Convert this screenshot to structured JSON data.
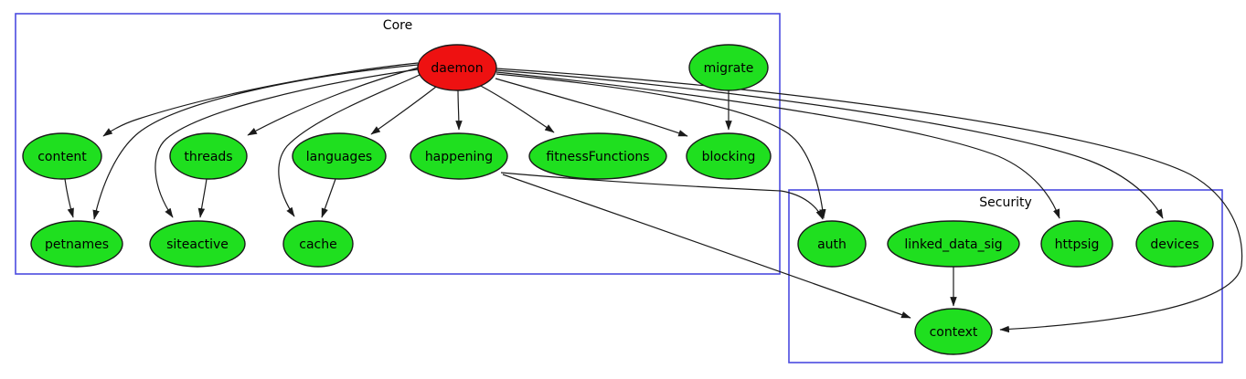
{
  "diagram": {
    "type": "dependency-graph",
    "clusters": {
      "core": {
        "label": "Core"
      },
      "security": {
        "label": "Security"
      }
    },
    "nodes": {
      "daemon": {
        "label": "daemon",
        "cluster": "core",
        "color": "red"
      },
      "migrate": {
        "label": "migrate",
        "cluster": "core",
        "color": "green"
      },
      "content": {
        "label": "content",
        "cluster": "core",
        "color": "green"
      },
      "threads": {
        "label": "threads",
        "cluster": "core",
        "color": "green"
      },
      "languages": {
        "label": "languages",
        "cluster": "core",
        "color": "green"
      },
      "happening": {
        "label": "happening",
        "cluster": "core",
        "color": "green"
      },
      "fitnessFunctions": {
        "label": "fitnessFunctions",
        "cluster": "core",
        "color": "green"
      },
      "blocking": {
        "label": "blocking",
        "cluster": "core",
        "color": "green"
      },
      "petnames": {
        "label": "petnames",
        "cluster": "core",
        "color": "green"
      },
      "siteactive": {
        "label": "siteactive",
        "cluster": "core",
        "color": "green"
      },
      "cache": {
        "label": "cache",
        "cluster": "core",
        "color": "green"
      },
      "auth": {
        "label": "auth",
        "cluster": "security",
        "color": "green"
      },
      "linked_data_sig": {
        "label": "linked_data_sig",
        "cluster": "security",
        "color": "green"
      },
      "httpsig": {
        "label": "httpsig",
        "cluster": "security",
        "color": "green"
      },
      "devices": {
        "label": "devices",
        "cluster": "security",
        "color": "green"
      },
      "context": {
        "label": "context",
        "cluster": "security",
        "color": "green"
      }
    },
    "edges": [
      {
        "from": "daemon",
        "to": "content"
      },
      {
        "from": "daemon",
        "to": "threads"
      },
      {
        "from": "daemon",
        "to": "languages"
      },
      {
        "from": "daemon",
        "to": "happening"
      },
      {
        "from": "daemon",
        "to": "fitnessFunctions"
      },
      {
        "from": "daemon",
        "to": "blocking"
      },
      {
        "from": "daemon",
        "to": "petnames"
      },
      {
        "from": "daemon",
        "to": "siteactive"
      },
      {
        "from": "daemon",
        "to": "cache"
      },
      {
        "from": "daemon",
        "to": "auth"
      },
      {
        "from": "daemon",
        "to": "httpsig"
      },
      {
        "from": "daemon",
        "to": "devices"
      },
      {
        "from": "daemon",
        "to": "context"
      },
      {
        "from": "migrate",
        "to": "blocking"
      },
      {
        "from": "content",
        "to": "petnames"
      },
      {
        "from": "threads",
        "to": "siteactive"
      },
      {
        "from": "languages",
        "to": "cache"
      },
      {
        "from": "happening",
        "to": "auth"
      },
      {
        "from": "happening",
        "to": "context"
      },
      {
        "from": "linked_data_sig",
        "to": "context"
      }
    ]
  },
  "colors": {
    "green": "#1fdf1f",
    "red": "#ee1111",
    "cluster_border": "#4b4be0",
    "edge": "#1a1a1a"
  }
}
